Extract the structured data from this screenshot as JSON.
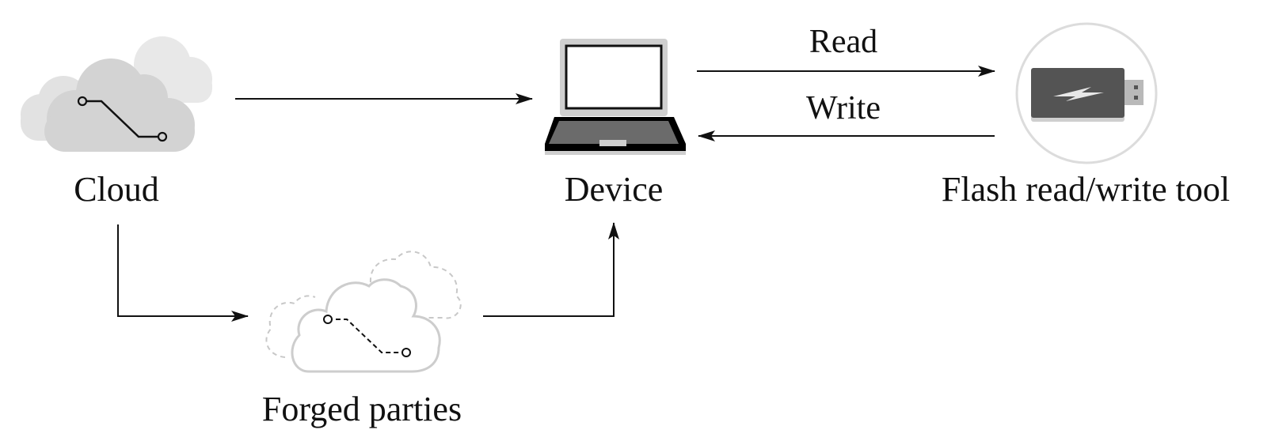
{
  "nodes": {
    "cloud": {
      "label": "Cloud",
      "icon": "cloud-icon"
    },
    "device": {
      "label": "Device",
      "icon": "laptop-icon"
    },
    "flash_tool": {
      "label": "Flash read/write tool",
      "icon": "usb-drive-icon"
    },
    "forged_parties": {
      "label": "Forged parties",
      "icon": "forged-cloud-icon"
    }
  },
  "edges": [
    {
      "from": "cloud",
      "to": "device",
      "label": ""
    },
    {
      "from": "device",
      "to": "flash_tool",
      "label": "Read"
    },
    {
      "from": "flash_tool",
      "to": "device",
      "label": "Write"
    },
    {
      "from": "cloud",
      "to": "forged_parties",
      "label": ""
    },
    {
      "from": "forged_parties",
      "to": "device",
      "label": ""
    }
  ],
  "colors": {
    "cloud_back": "#e8e8e8",
    "cloud_mid": "#e0e0e0",
    "cloud_front": "#d3d3d3",
    "laptop_frame": "#cfcfcf",
    "laptop_base": "#000000",
    "laptop_keyboard": "#6b6b6b",
    "usb_body": "#545454",
    "usb_plug": "#b9b9b9",
    "forged_outline": "#c8c8c8",
    "arrow": "#111111"
  }
}
